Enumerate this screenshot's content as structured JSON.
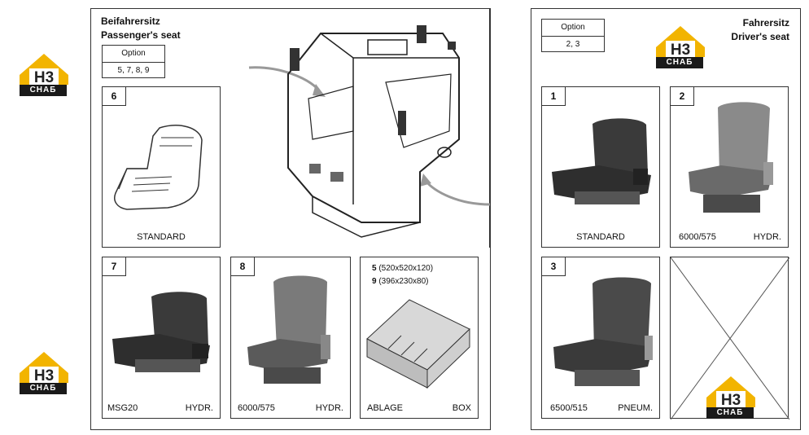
{
  "logo": {
    "text": "CHAБ",
    "accent": "#f2b400",
    "icon": "hb-logo-icon"
  },
  "passenger": {
    "title_de": "Beifahrersitz",
    "title_en": "Passenger's seat",
    "option_label": "Option",
    "option_value": "5, 7, 8, 9"
  },
  "driver": {
    "title_de": "Fahrersitz",
    "title_en": "Driver's seat",
    "option_label": "Option",
    "option_value": "2, 3"
  },
  "panels": {
    "p6": {
      "number": "6",
      "left": "STANDARD",
      "right": ""
    },
    "p7": {
      "number": "7",
      "left": "MSG20",
      "right": "HYDR."
    },
    "p8": {
      "number": "8",
      "left": "6000/575",
      "right": "HYDR."
    },
    "pbox": {
      "line1_num": "5",
      "line1_text": "(520x520x120)",
      "line2_num": "9",
      "line2_text": "(396x230x80)",
      "left": "ABLAGE",
      "right": "BOX"
    },
    "d1": {
      "number": "1",
      "left": "STANDARD",
      "right": ""
    },
    "d2": {
      "number": "2",
      "left": "6000/575",
      "right": "HYDR."
    },
    "d3": {
      "number": "3",
      "left": "6500/515",
      "right": "PNEUM."
    }
  }
}
